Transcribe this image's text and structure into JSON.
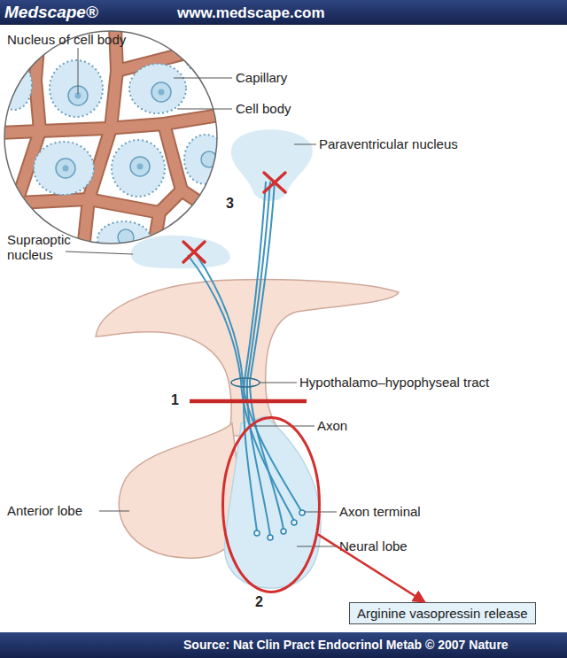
{
  "diagram": {
    "nodes": [
      {
        "text": [
          "Medscape®",
          "www.medscape.com"
        ]
      },
      {
        "text": [
          "2"
        ]
      },
      {
        "text": [
          "Arginine vasopressin release"
        ]
      },
      {
        "text": [
          "Source: Nat Clin Pract Endocrinol Metab © 2007 Nature"
        ]
      }
    ],
    "edges": [
      {
        "from": 1,
        "to": 2,
        "arrow": "to"
      }
    ],
    "labels": [
      "Nucleus of cell body",
      "Capillary",
      "Cell body",
      "Paraventricular nucleus",
      "3",
      "Supraoptic nucleus",
      "Hypothalamo–hypophyseal tract",
      "1",
      "Axon",
      "Anterior lobe",
      "Axon terminal",
      "Neural lobe"
    ]
  }
}
